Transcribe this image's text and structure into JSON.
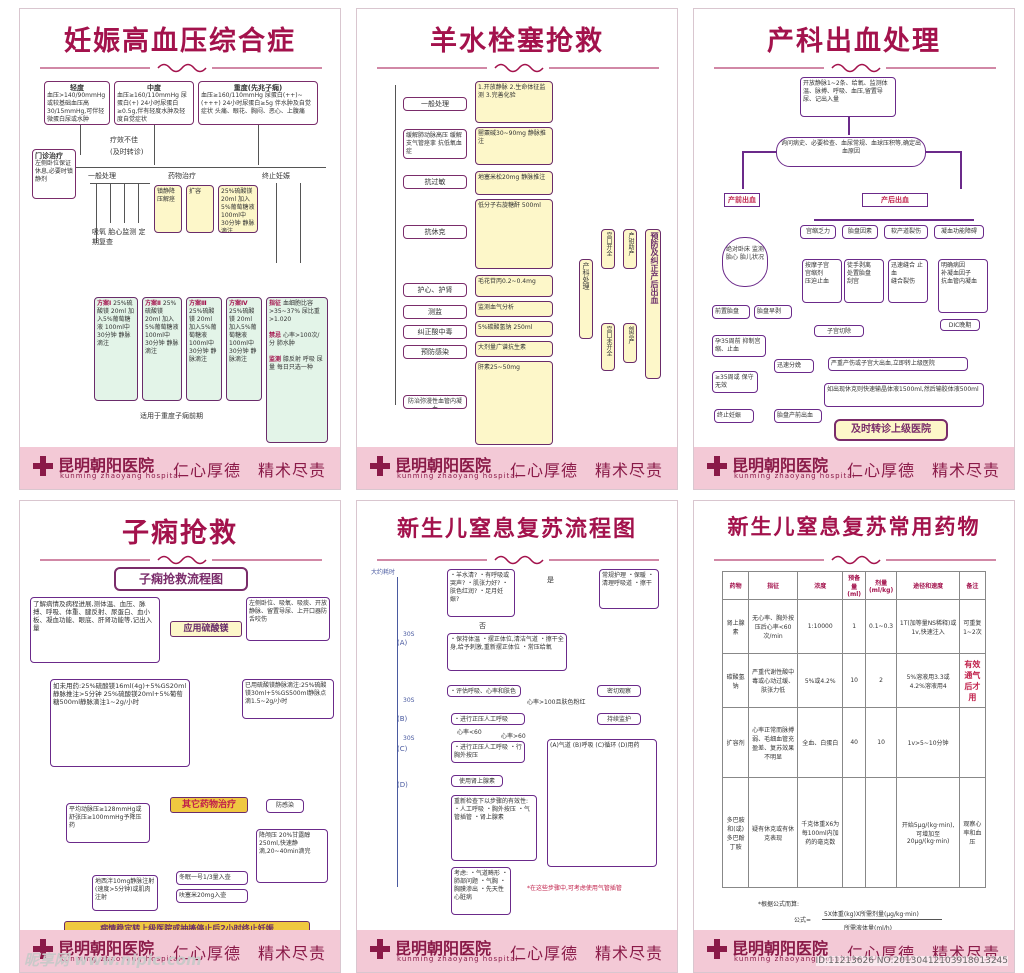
{
  "hospital": {
    "name": "昆明朝阳医院",
    "en": "kunming zhaoyang hospital",
    "slogan": "仁心厚德　精术尽责"
  },
  "posters": {
    "p1": {
      "title": "妊娠高血压综合症",
      "level1": "轻度",
      "level1_text": "血压>140/90mmHg 或较基础血压高30/15mmHg,可伴轻微蛋白尿或水肿",
      "level2": "中度",
      "level2_text": "血压≥160/110mmHg 尿蛋白(+) 24小时尿蛋白≥0.5g,伴有轻度水肿及轻度自觉症状",
      "level3": "重度(先兆子痫)",
      "level3_text": "血压≥160/110mmHg 尿蛋白(++)~(+++) 24小时尿蛋白≥5g 伴水肿及自觉症状 头痛、眼花、胸闷、恶心、上腹痛",
      "label_a": "疗效不佳",
      "label_b": "(及时转诊)",
      "clinic": "门诊治疗",
      "clinic_text": "左侧卧位保证休息,必要时镇静剂",
      "general": "一般处理",
      "drug": "药物治疗",
      "end": "终止妊娠",
      "col1": "吸氧 胎心监测 定期复查",
      "sed": "镇静降压解痉",
      "hyper": "扩容",
      "plans": [
        "方案Ⅰ",
        "方案Ⅱ",
        "方案Ⅲ",
        "方案Ⅳ"
      ],
      "plan_text": "25%硫酸镁 20ml 加入5%葡萄糖液 100ml中 30分钟 静脉滴注",
      "indic": "指征",
      "indic_text": "血细胞比容>35~37% 尿比重>1.020",
      "sign": "禁忌",
      "sign_text": "心率>100次/分 肺水肿",
      "monitor": "监测",
      "monitor_text": "膝反射 呼吸 尿量 每日只选一种",
      "bottom_note": "适用于重度子痫前期"
    },
    "p2": {
      "title": "羊水栓塞抢救",
      "steps": [
        "一般处理",
        "缓解肺动脉高压 缓解支气管痉挛 抗低氧血症",
        "抗过敏",
        "抗休克",
        "护心、护肾",
        "测监",
        "纠正酸中毒",
        "预防感染",
        "防治弥漫性血管内凝血"
      ],
      "right": [
        "产科处理",
        "宫口开全",
        "宫口未开全",
        "产钳助产",
        "剖宫产",
        "预防及纠正产后出血"
      ],
      "notes": [
        "1.开放静脉 2.生命体征监测 3.完善化验",
        "罂粟碱30~90mg 静脉推注",
        "地塞米松20mg 静脉推注",
        "低分子右旋糖酐 500ml",
        "毛花苷丙0.2~0.4mg",
        "监测血气分析",
        "5%碳酸氢钠 250ml",
        "大剂量广谱抗生素",
        "肝素25~50mg"
      ]
    },
    "p3": {
      "title": "产科出血处理",
      "top": "开放静脉1~2条、给氧、监测体温、脉搏、呼吸、血压,留置导尿、记出入量",
      "check": "询问病史、必要检查、血尿常规、血球压积等,确定出血原因",
      "ante": "产前出血",
      "post": "产后出血",
      "post_items": [
        "宫缩乏力",
        "胎盘因素",
        "软产道裂伤",
        "凝血功能障碍"
      ],
      "a_items": [
        "绝对卧床 监测胎心 胎儿状况",
        "前置胎盘",
        "胎盘早剥",
        "孕35周前 抑制宫缩、止血",
        "≥35周或 保守无效",
        "终止妊娠",
        "迅速分娩",
        "胎盘产前出血"
      ],
      "p_items": [
        "按摩子宫",
        "宫缩剂",
        "压迫止血",
        "徒手剥离",
        "处置胎盘",
        "刮宫",
        "迅速缝合 止血",
        "缝合裂伤",
        "明确病因",
        "补凝血因子",
        "抗血管内凝血",
        "DIC晚期",
        "子宫切除",
        "严重产伤或子宫大出血,立即转上级医院"
      ],
      "fluid": "如出现休克则快速输晶体液1500ml,然后输胶体液500ml",
      "final": "及时转诊上级医院"
    },
    "p4": {
      "title": "子痫抢救",
      "sub": "子痫抢救流程图",
      "left_box": "了解病情及病程进展,测体温、血压、脉搏、呼吸、体重、腱反射、尿蛋白、血小板、凝血功能、眼底、肝肾功能等,记出入量",
      "mg": "应用硫酸镁",
      "right_box": "左侧卧位、吸氧、吸痰、开放静脉、留置导尿、上开口器防舌咬伤",
      "mg_left": "如未用药:25%硫酸镁16ml(4g)+5%GS20ml静脉推注>5分钟 25%硫酸镁20ml+5%葡萄糖500ml静脉滴注1~2g/小时",
      "mg_right": "已用硫酸镁静脉滴注:25%硫酸镁30ml+5%GS500ml静脉点滴1.5~2g/小时",
      "other": "其它药物治疗",
      "anti": "防感染",
      "bp": "平均动脉压≥128mmHg或舒张压≥100mmHg予降压药",
      "dehyd": "降颅压 20%甘露醇250ml,快速静滴,20~40min滴完",
      "d1": "地西泮10mg静脉注射(速度>5分钟)或肌肉注射",
      "d2": "冬眠一号1/3量入壶",
      "d3": "呋塞米20mg入壶",
      "final": "病情稳定转上级医院或抽搐停止后2小时终止妊娠"
    },
    "p5": {
      "title": "新生儿窒息复苏流程图",
      "axis": "大约耗时",
      "t1": "30S",
      "t2": "30S",
      "t3": "30S",
      "ca": "(A)",
      "cb": "(B)",
      "cc": "(C)",
      "cd": "(D)",
      "q": "・羊水清? ・有呼吸或哭声? ・肌张力好? ・肤色红润? ・足月妊娠?",
      "yes": "是",
      "no": "否",
      "routine": "常规护理 ・保暖 ・清理呼吸道 ・擦干",
      "warm": "・保持体温 ・摆正体位,清洁气道 ・擦干全身,给予刺激,重新摆正体位 ・常压给氧",
      "eval": "・评估呼吸、心率和肤色",
      "obs": "密切观察",
      "ppv": "・进行正压人工呼吸",
      "keep": "持续监护",
      "hr1": "心率<60",
      "hr2": "心率>60",
      "hr3": "心率>100且肤色粉红",
      "cc_text": "・进行正压人工呼吸 ・行胸外按压",
      "epi": "使用肾上腺素",
      "recheck": "重新检查下以步骤的有效性: ・人工呼吸 ・胸外按压 ・气管插管 ・肾上腺素",
      "abc": "(A)气道 (B)呼吸 (C)循环 (D)用药",
      "note": "*在这些步骤中,可考虑使用气管插管",
      "consider": "考虑: ・气道畸形 ・肺部问题 ・气胸 ・胸膜渗出 ・先天性心脏病"
    },
    "p6": {
      "title": "新生儿窒息复苏常用药物",
      "headers": [
        "药物",
        "指征",
        "浓度",
        "预备量(ml)",
        "剂量(ml/kg)",
        "途径和速度",
        "备注"
      ],
      "rows": [
        [
          "肾上腺素",
          "无心率、胸外按压后心率<60次/min",
          "1:10000",
          "1",
          "0.1~0.3",
          "1T(加等量NS稀释)或1v,快速注入",
          "可重复1~2次"
        ],
        [
          "碳酸氢钠",
          "严重代谢性酸中毒或心动过缓、肤张力低",
          "5%或4.2%",
          "10",
          "2",
          "5%溶液用3.3或4.2%溶液用4",
          "有效通气后才用"
        ],
        [
          "扩容剂",
          "心率正常而脉搏弱、毛细血管充盈差、复苏效果不明显",
          "全血、白蛋白",
          "40",
          "10",
          "1v>5~10分钟",
          ""
        ],
        [
          "多巴胺和(或)多巴酚丁胺",
          "疑有休克或有休克表现",
          "千克体重X6为每100ml内加药的毫克数",
          "",
          "",
          "开始5μg/(kg·min),可增加至20μg/(kg·min)",
          "观察心率和血压"
        ]
      ],
      "formula_a": "*根据公式而算:",
      "formula_b": "5X体重(kg)X所需剂量(μg/kg·min)",
      "formula_c": "公式=",
      "formula_d": "所需液体量(ml/h)"
    },
    "watermark": "昵享网 www.nipic.com",
    "id": "ID:11213626 NO:20130412103918013245"
  },
  "colors": {
    "accent": "#a3124c",
    "frame": "#7a2c6a",
    "footer": "#f3c9d6"
  }
}
